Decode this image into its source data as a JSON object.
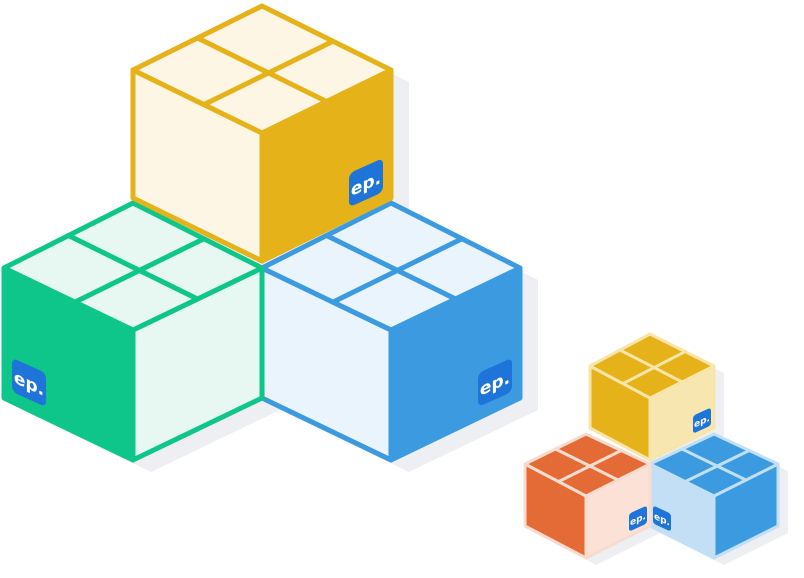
{
  "illustration": {
    "logo_text": "ep.",
    "logo_color": "#1e74d9",
    "shadow_color": "#eeeff2",
    "boxes": [
      {
        "id": "large-yellow",
        "stroke": "#e6b219",
        "top": "#fdf6e5",
        "left": "#fdf6e5",
        "right": "#e6b219",
        "logo_side": "right"
      },
      {
        "id": "large-green",
        "stroke": "#0fc68a",
        "top": "#e6f8f1",
        "left": "#0fc68a",
        "right": "#e6f8f1",
        "logo_side": "left"
      },
      {
        "id": "large-blue",
        "stroke": "#3c9be0",
        "top": "#e9f4fc",
        "left": "#e9f4fc",
        "right": "#3c9be0",
        "logo_side": "right"
      },
      {
        "id": "small-yellow",
        "stroke": "#f7e5aa",
        "top": "#e6b219",
        "left": "#e6b219",
        "right": "#f8e6b0",
        "logo_side": "right"
      },
      {
        "id": "small-orange",
        "stroke": "#f8dcd0",
        "top": "#e46b35",
        "left": "#e46b35",
        "right": "#fbe1d6",
        "logo_side": "right"
      },
      {
        "id": "small-blue",
        "stroke": "#c2dff6",
        "top": "#3c9be0",
        "left": "#c3dff6",
        "right": "#3c9be0",
        "logo_side": "left"
      }
    ]
  }
}
